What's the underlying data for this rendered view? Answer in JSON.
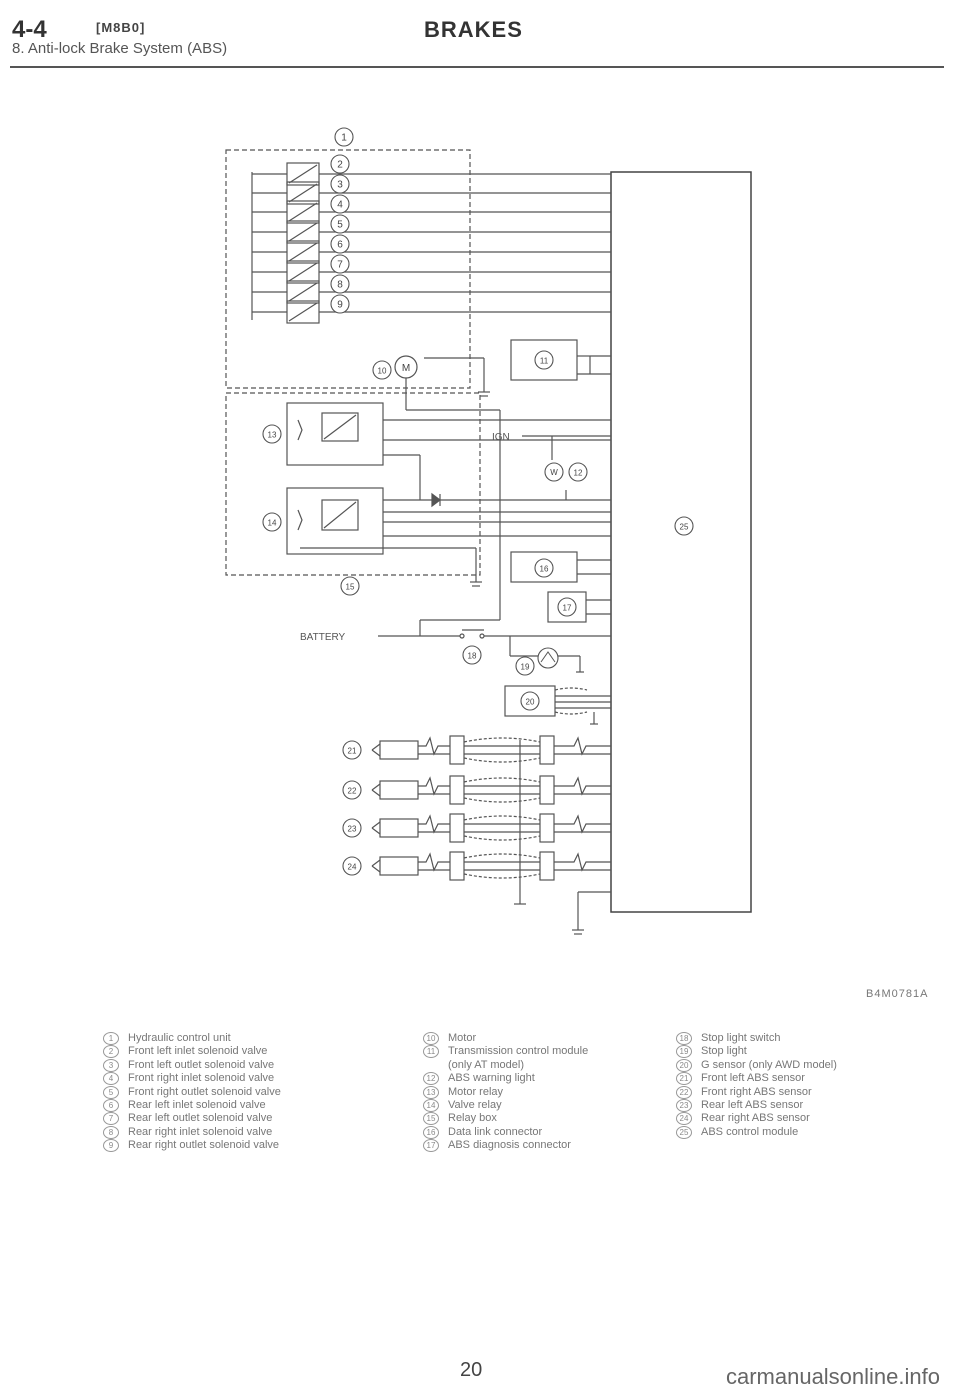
{
  "header": {
    "section": "4-4",
    "code": "[M8B0]",
    "subtitle": "8. Anti-lock Brake System (ABS)",
    "title": "BRAKES"
  },
  "diagram": {
    "ign_label": "IGN",
    "battery_label": "BATTERY",
    "motor_letter": "M",
    "warning_letter": "W",
    "nodes": [
      {
        "id": "n1",
        "label": "1",
        "name": "Hydraulic control unit"
      },
      {
        "id": "n2",
        "label": "2",
        "name": "Front left inlet solenoid valve"
      },
      {
        "id": "n3",
        "label": "3",
        "name": "Front left outlet solenoid valve"
      },
      {
        "id": "n4",
        "label": "4",
        "name": "Front right inlet solenoid valve"
      },
      {
        "id": "n5",
        "label": "5",
        "name": "Front right outlet solenoid valve"
      },
      {
        "id": "n6",
        "label": "6",
        "name": "Rear left inlet solenoid valve"
      },
      {
        "id": "n7",
        "label": "7",
        "name": "Rear left outlet solenoid valve"
      },
      {
        "id": "n8",
        "label": "8",
        "name": "Rear right inlet solenoid valve"
      },
      {
        "id": "n9",
        "label": "9",
        "name": "Rear right outlet solenoid valve"
      },
      {
        "id": "n10",
        "label": "10",
        "name": "Motor"
      },
      {
        "id": "n11",
        "label": "11",
        "name": "Transmission control module"
      },
      {
        "id": "n12",
        "label": "12",
        "name": "ABS warning light"
      },
      {
        "id": "n13",
        "label": "13",
        "name": "Motor relay"
      },
      {
        "id": "n14",
        "label": "14",
        "name": "Valve relay"
      },
      {
        "id": "n15",
        "label": "15",
        "name": "Relay box"
      },
      {
        "id": "n16",
        "label": "16",
        "name": "Data link connector"
      },
      {
        "id": "n17",
        "label": "17",
        "name": "ABS diagnosis connector"
      },
      {
        "id": "n18",
        "label": "18",
        "name": "Stop light switch"
      },
      {
        "id": "n19",
        "label": "19",
        "name": "Stop light"
      },
      {
        "id": "n20",
        "label": "20",
        "name": "G sensor"
      },
      {
        "id": "n21",
        "label": "21",
        "name": "Front left ABS sensor"
      },
      {
        "id": "n22",
        "label": "22",
        "name": "Front right ABS sensor"
      },
      {
        "id": "n23",
        "label": "23",
        "name": "Rear left ABS sensor"
      },
      {
        "id": "n24",
        "label": "24",
        "name": "Rear right ABS sensor"
      },
      {
        "id": "n25",
        "label": "25",
        "name": "ABS control module"
      }
    ]
  },
  "figure_code": "B4M0781A",
  "legend": {
    "col1": [
      {
        "num": "1",
        "text": "Hydraulic control unit"
      },
      {
        "num": "2",
        "text": "Front left inlet solenoid valve"
      },
      {
        "num": "3",
        "text": "Front left outlet solenoid valve"
      },
      {
        "num": "4",
        "text": "Front right inlet solenoid valve"
      },
      {
        "num": "5",
        "text": "Front right outlet solenoid valve"
      },
      {
        "num": "6",
        "text": "Rear left inlet solenoid valve"
      },
      {
        "num": "7",
        "text": "Rear left outlet solenoid valve"
      },
      {
        "num": "8",
        "text": "Rear right inlet solenoid valve"
      },
      {
        "num": "9",
        "text": "Rear right outlet solenoid valve"
      }
    ],
    "col2": [
      {
        "num": "10",
        "text": "Motor"
      },
      {
        "num": "11",
        "text": "Transmission control module"
      },
      {
        "num": "",
        "text": "(only AT model)"
      },
      {
        "num": "12",
        "text": "ABS warning light"
      },
      {
        "num": "13",
        "text": "Motor relay"
      },
      {
        "num": "14",
        "text": "Valve relay"
      },
      {
        "num": "15",
        "text": "Relay box"
      },
      {
        "num": "16",
        "text": "Data link connector"
      },
      {
        "num": "17",
        "text": "ABS diagnosis connector"
      }
    ],
    "col3": [
      {
        "num": "18",
        "text": "Stop light switch"
      },
      {
        "num": "19",
        "text": "Stop light"
      },
      {
        "num": "20",
        "text": "G sensor (only AWD model)"
      },
      {
        "num": "21",
        "text": "Front left ABS sensor"
      },
      {
        "num": "22",
        "text": "Front right ABS sensor"
      },
      {
        "num": "23",
        "text": "Rear left ABS sensor"
      },
      {
        "num": "24",
        "text": "Rear right ABS sensor"
      },
      {
        "num": "25",
        "text": "ABS control module"
      }
    ]
  },
  "page_number": "20",
  "watermark": "carmanualsonline.info"
}
